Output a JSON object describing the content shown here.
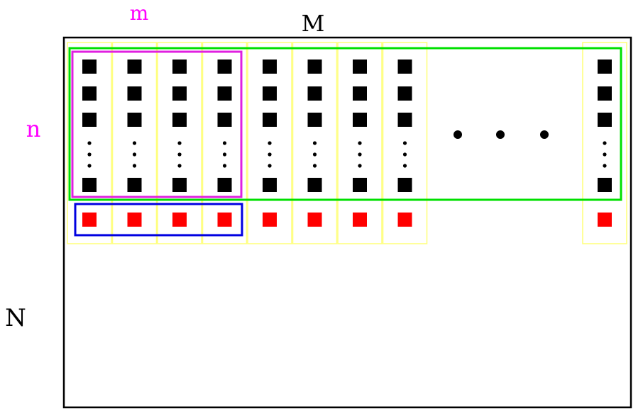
{
  "labels": {
    "m": "m",
    "M": "M",
    "n": "n",
    "N": "N"
  },
  "diagram": {
    "visible_columns": 8,
    "ellipsis_dots": 3,
    "last_column_count": 1,
    "black_squares_per_column": 4,
    "vertical_ellipsis_dots": 3,
    "red_squares_per_column": 1
  },
  "colors": {
    "outer_frame": "#000000",
    "column_outline": "#ffff80",
    "green_box": "#00e000",
    "magenta_box": "#e020e0",
    "blue_box": "#0000e0",
    "black_square": "#000000",
    "red_square": "#ff0000",
    "label_m": "#ff00ff",
    "label_n": "#ff00ff",
    "label_M": "#000000",
    "label_N": "#000000"
  }
}
